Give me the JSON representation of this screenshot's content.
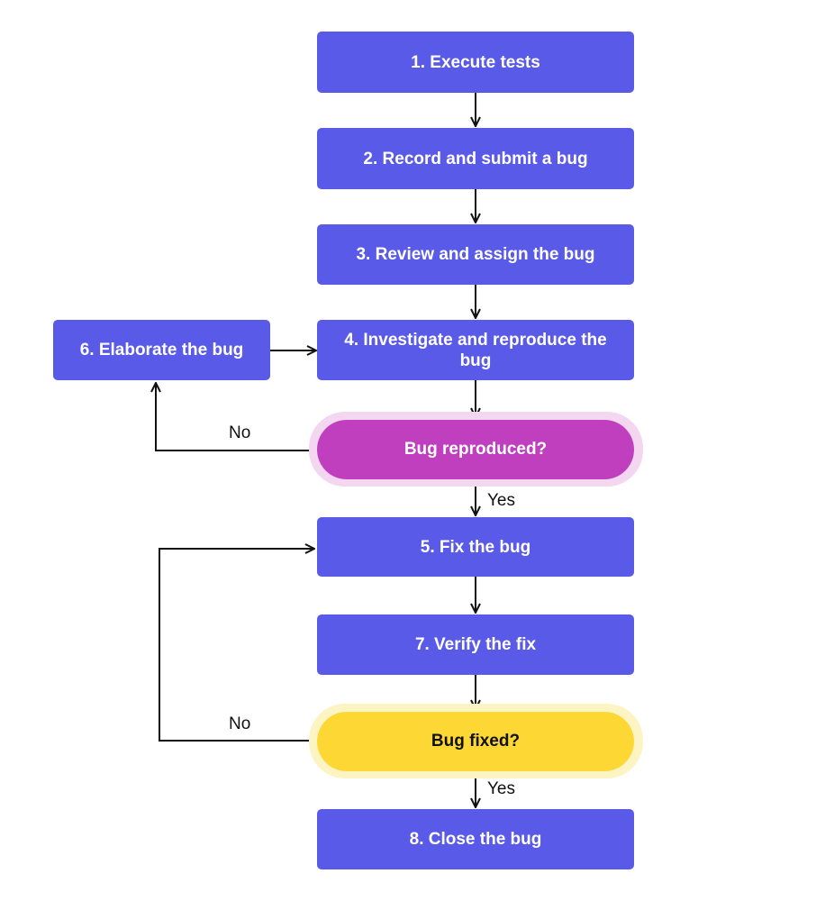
{
  "colors": {
    "process": "#5a5ae8",
    "reproduced_fill": "#bf3fbf",
    "reproduced_halo": "#f3d6ef",
    "fixed_fill": "#fdd835",
    "fixed_halo": "#fdf4c4",
    "line": "#111111"
  },
  "nodes": {
    "step1": "1. Execute tests",
    "step2": "2. Record and submit a bug",
    "step3": "3. Review and assign the bug",
    "step4": "4. Investigate and reproduce the bug",
    "step5": "5. Fix the bug",
    "step6": "6. Elaborate the bug",
    "step7": "7. Verify the fix",
    "step8": "8. Close the bug"
  },
  "decisions": {
    "reproduced": "Bug reproduced?",
    "fixed": "Bug fixed?"
  },
  "edge_labels": {
    "reproduced_no": "No",
    "reproduced_yes": "Yes",
    "fixed_no": "No",
    "fixed_yes": "Yes"
  }
}
